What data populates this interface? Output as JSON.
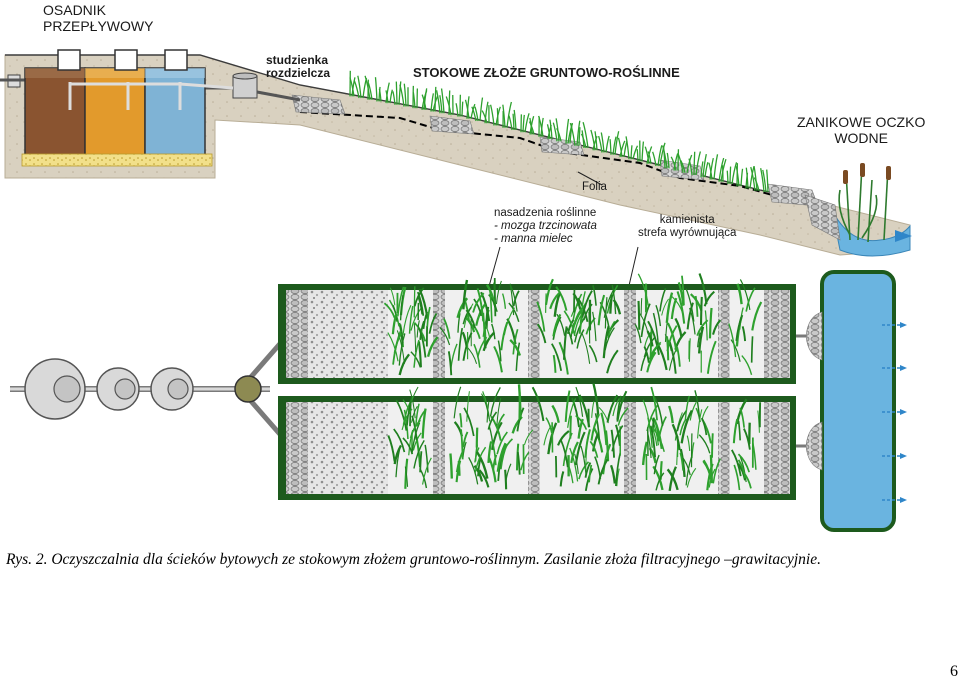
{
  "labels": {
    "settler": [
      "OSADNIK",
      "PRZEPŁYWOWY"
    ],
    "distribution_well": [
      "studzienka",
      "rozdzielcza"
    ],
    "bed_title": "STOKOWE ZŁOŻE GRUNTOWO-ROŚLINNE",
    "pond": [
      "ZANIKOWE OCZKO",
      "WODNE"
    ],
    "foil": "Folia",
    "plantings": [
      "nasadzenia roślinne",
      "- mozga trzcinowata",
      "- manna mielec"
    ],
    "stone_zone": [
      "kamienista",
      "strefa wyrównująca"
    ]
  },
  "caption": "Rys. 2.  Oczyszczalnia dla ścieków bytowych ze stokowym  złożem gruntowo-roślinnym.  Zasilanie złoża filtracyjnego –grawitacyjnie.",
  "page_number": "6",
  "colors": {
    "grass": "#2ea12e",
    "water": "#6ab4e0",
    "bed_border": "#1d5a1d",
    "soil": "#d9d1c0",
    "tank_brown": "#8a5430",
    "tank_orange": "#e29a2c",
    "tank_blue": "#7fb3d5",
    "sand": "#f2e08a"
  },
  "icons": [
    "tank-icon",
    "distribution-well-icon",
    "reed-icon",
    "arrow-icon"
  ]
}
